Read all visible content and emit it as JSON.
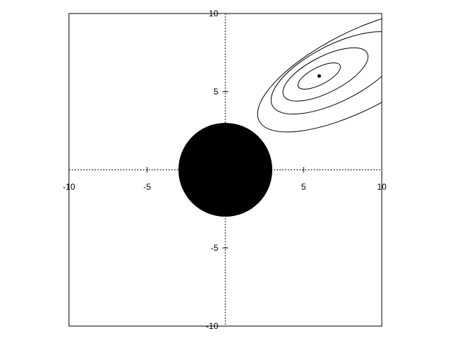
{
  "chart_data": {
    "type": "contour",
    "xlim": [
      -10,
      10
    ],
    "ylim": [
      -10,
      10
    ],
    "x_ticks": [
      {
        "value": -10,
        "label": "-10"
      },
      {
        "value": -5,
        "label": "-5"
      },
      {
        "value": 5,
        "label": "5"
      },
      {
        "value": 10,
        "label": "10"
      }
    ],
    "y_ticks": [
      {
        "value": 10,
        "label": "10"
      },
      {
        "value": 5,
        "label": "5"
      },
      {
        "value": -5,
        "label": "-5"
      },
      {
        "value": -10,
        "label": "-10"
      }
    ],
    "axes_through_origin": true,
    "filled_disk": {
      "cx": 0,
      "cy": 0,
      "r": 3,
      "color": "#000000"
    },
    "center_point": {
      "x": 6,
      "y": 6
    },
    "contours": [
      {
        "cx": 6,
        "cy": 6,
        "rx": 1.5,
        "ry": 0.55,
        "angle_deg": 27
      },
      {
        "cx": 6.4,
        "cy": 6.1,
        "rx": 3.0,
        "ry": 1.15,
        "angle_deg": 27
      },
      {
        "cx": 7.1,
        "cy": 6.2,
        "rx": 4.6,
        "ry": 1.8,
        "angle_deg": 27
      },
      {
        "cx": 8.4,
        "cy": 6.3,
        "rx": 7.0,
        "ry": 2.5,
        "angle_deg": 27
      }
    ],
    "colors": {
      "ink": "#000000",
      "background": "#ffffff"
    }
  }
}
